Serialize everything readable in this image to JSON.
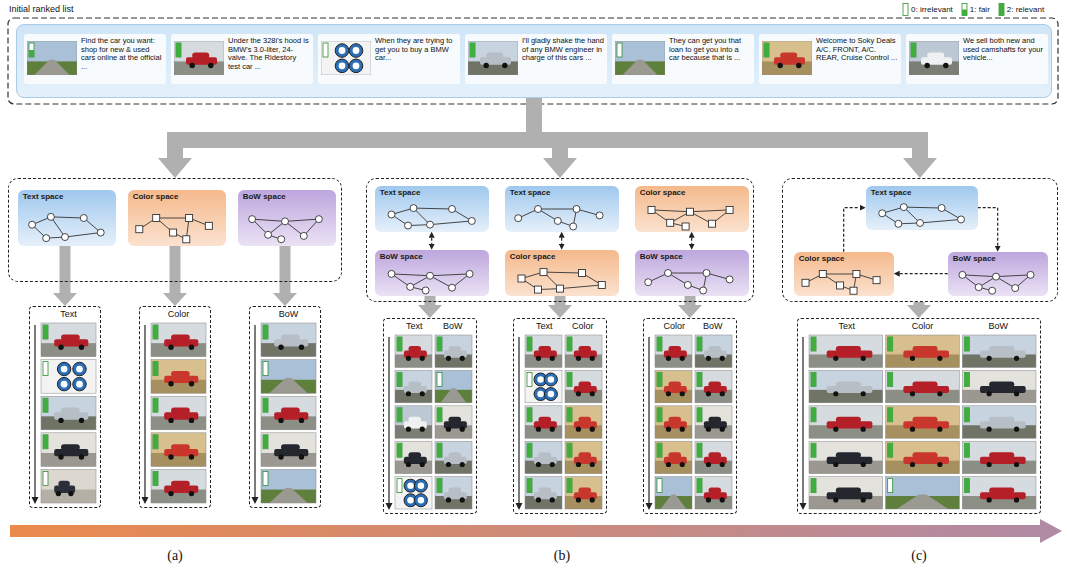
{
  "diagram": {
    "nodes": [
      {
        "text": [
          "Initial ranked list"
        ]
      },
      {
        "text": [
          "Find the car you want: shop for new & used cars online at the official ..."
        ],
        "in": 0
      },
      {
        "text": [
          "Under the 328i's hood is BMW's 3.0-liter, 24-valve. The Ridestory test car ..."
        ],
        "in": 0
      },
      {
        "text": [
          "When they are trying to get you to buy a BMW car..."
        ],
        "in": 0
      },
      {
        "text": [
          "I'll gladly shake the hand of any BMW engineer in charge of this cars ..."
        ],
        "in": 0
      },
      {
        "text": [
          "They can get you that loan to get you into a car because that is ..."
        ],
        "in": 0
      },
      {
        "text": [
          "Welcome to Soky Deals A/C. FRONT, A/C. REAR, Cruise Control ..."
        ],
        "in": 0
      },
      {
        "text": [
          "We sell both new and used camshafts for your vehicle..."
        ],
        "in": 0
      },
      {
        "text": []
      },
      {
        "text": [
          "Text space"
        ],
        "in": 8
      },
      {
        "text": [
          "Color space"
        ],
        "in": 8
      },
      {
        "text": [
          "BoW space"
        ],
        "in": 8
      },
      {
        "text": [
          "Text"
        ]
      },
      {
        "text": [
          "Color"
        ]
      },
      {
        "text": [
          "BoW"
        ]
      },
      {
        "text": []
      },
      {
        "text": [
          "Text space"
        ],
        "in": 15
      },
      {
        "text": [
          "BoW space"
        ],
        "in": 15
      },
      {
        "text": [
          "Text space"
        ],
        "in": 15
      },
      {
        "text": [
          "Color space"
        ],
        "in": 15
      },
      {
        "text": [
          "Color space"
        ],
        "in": 15
      },
      {
        "text": [
          "BoW space"
        ],
        "in": 15
      },
      {
        "text": [
          "Text",
          "BoW"
        ]
      },
      {
        "text": [
          "Text",
          "Color"
        ]
      },
      {
        "text": [
          "Color",
          "BoW"
        ]
      },
      {
        "text": []
      },
      {
        "text": [
          "Text space"
        ],
        "in": 25
      },
      {
        "text": [
          "Color space"
        ],
        "in": 25
      },
      {
        "text": [
          "BoW space"
        ],
        "in": 25
      },
      {
        "text": [
          "Text",
          "Color",
          "BoW"
        ]
      }
    ],
    "edges": [
      {
        "from": 0,
        "to": 8,
        "arrow": "to"
      },
      {
        "from": 0,
        "to": 15,
        "arrow": "to"
      },
      {
        "from": 0,
        "to": 25,
        "arrow": "to"
      },
      {
        "from": 9,
        "to": 12,
        "arrow": "to"
      },
      {
        "from": 10,
        "to": 13,
        "arrow": "to"
      },
      {
        "from": 11,
        "to": 14,
        "arrow": "to"
      },
      {
        "from": 16,
        "to": 17,
        "arrow": "both"
      },
      {
        "from": 18,
        "to": 19,
        "arrow": "both"
      },
      {
        "from": 20,
        "to": 21,
        "arrow": "both"
      },
      {
        "from": 17,
        "to": 22,
        "arrow": "to"
      },
      {
        "from": 19,
        "to": 23,
        "arrow": "to"
      },
      {
        "from": 21,
        "to": 24,
        "arrow": "to"
      },
      {
        "from": 27,
        "to": 26,
        "arrow": "to"
      },
      {
        "from": 26,
        "to": 28,
        "arrow": "to"
      },
      {
        "from": 28,
        "to": 27,
        "arrow": "to"
      },
      {
        "from": 25,
        "to": 29,
        "arrow": "to"
      }
    ],
    "labels": [
      "(a)",
      "(b)",
      "(c)"
    ],
    "legend": [
      {
        "text": "0: irrelevant"
      },
      {
        "text": "1: fair"
      },
      {
        "text": "2: relevant"
      }
    ]
  }
}
